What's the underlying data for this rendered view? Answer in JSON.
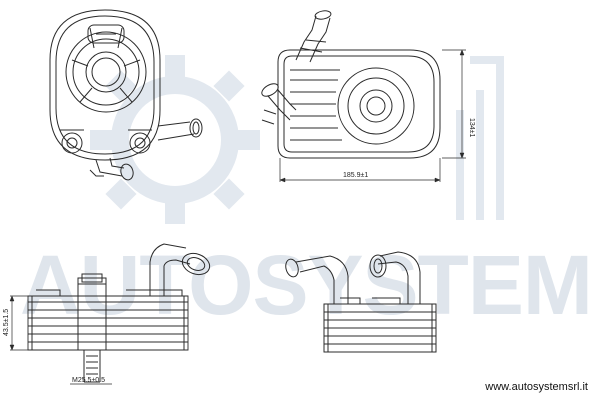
{
  "watermark": {
    "brand": "AUTOSYSTEM"
  },
  "footer": {
    "website": "www.autosystemsrl.it"
  },
  "dimensions": {
    "width_side": "185.9±1",
    "height_side": "134±1",
    "height_front": "43.5±1.5",
    "thread": "M25.5±0.5"
  },
  "colors": {
    "line": "#2b2b2b",
    "watermark": "#dfe5ec",
    "background": "#ffffff"
  }
}
